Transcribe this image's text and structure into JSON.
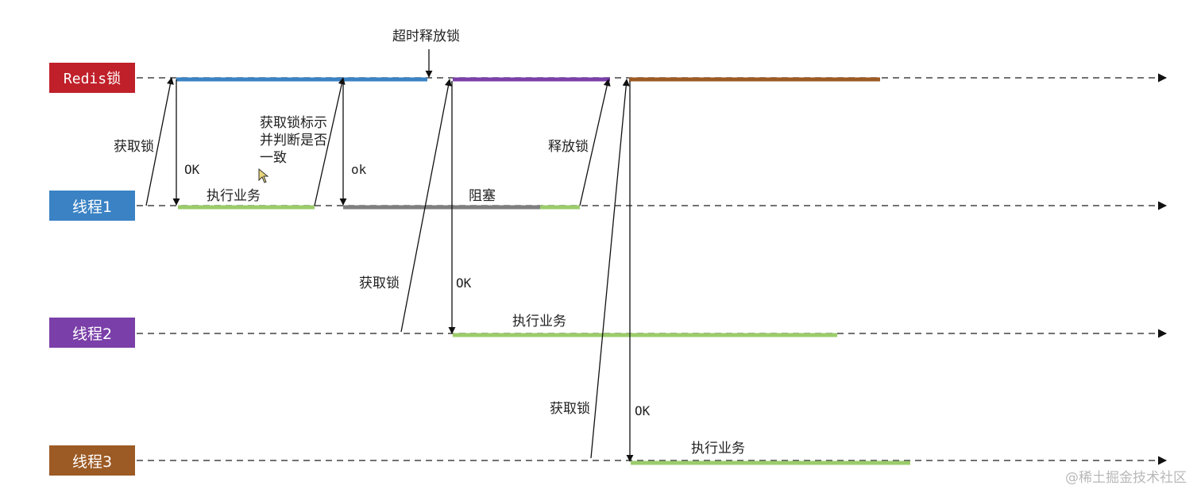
{
  "lanes": {
    "redis": {
      "label": "Redis锁",
      "color": "#c0202a"
    },
    "t1": {
      "label": "线程1",
      "color": "#3a82c4"
    },
    "t2": {
      "label": "线程2",
      "color": "#7a3fa8"
    },
    "t3": {
      "label": "线程3",
      "color": "#9c5a24"
    }
  },
  "labels": {
    "timeout_release": "超时释放锁",
    "acquire_1": "获取锁",
    "ok_1": "OK",
    "check_line1": "获取锁标示",
    "check_line2": "并判断是否",
    "check_line3": "一致",
    "ok_2": "ok",
    "release": "释放锁",
    "exec_1": "执行业务",
    "blocked": "阻塞",
    "acquire_2": "获取锁",
    "ok_3": "OK",
    "exec_2": "执行业务",
    "acquire_3": "获取锁",
    "ok_4": "OK",
    "exec_3": "执行业务"
  },
  "colors": {
    "exec": "#9bcc6b",
    "blocked": "#7f7f7f",
    "lock_t1": "#3a82c4",
    "lock_t2": "#7a3fa8",
    "lock_t3": "#9c5a24"
  },
  "watermark": "@稀土掘金技术社区"
}
